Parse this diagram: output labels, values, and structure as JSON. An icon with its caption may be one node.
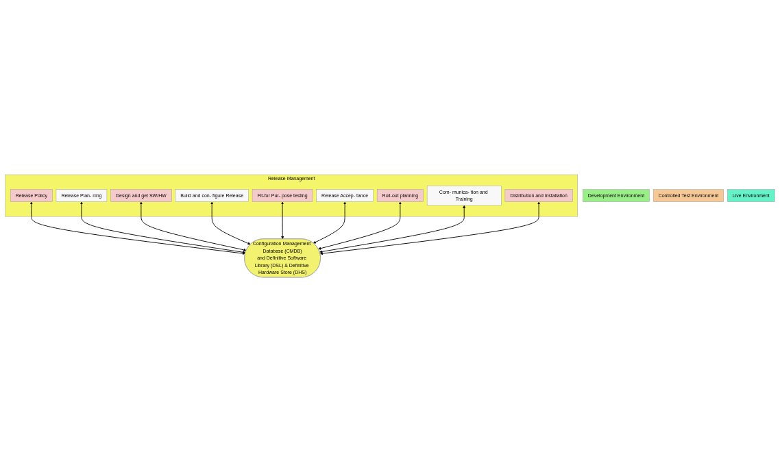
{
  "diagram": {
    "nodes": [
      {
        "text": [
          "Development Environment"
        ]
      },
      {
        "text": [
          "Controlled Test Environment"
        ]
      },
      {
        "text": [
          "Live Environment"
        ]
      },
      {
        "text": [
          "Release Management"
        ]
      },
      {
        "text": [
          "Release Policy"
        ],
        "in": 3
      },
      {
        "text": [
          "Release Plan- ning"
        ],
        "in": 3
      },
      {
        "text": [
          "Design and get SW/HW"
        ],
        "in": 3
      },
      {
        "text": [
          "Build and con- figure Release"
        ],
        "in": 3
      },
      {
        "text": [
          "Fit-for Pur- pose testing"
        ],
        "in": 3
      },
      {
        "text": [
          "Release Accep- tance"
        ],
        "in": 3
      },
      {
        "text": [
          "Roll-out planning"
        ],
        "in": 3
      },
      {
        "text": [
          "Com- munica- tion and Training"
        ],
        "in": 3
      },
      {
        "text": [
          "Distribution and installation"
        ],
        "in": 3
      },
      {
        "text": [
          "Configuration Management Database (CMDB)",
          "and Definitive Software Library (DSL) & Definitive Hardware Store (DHS)"
        ]
      }
    ],
    "edges": [
      {
        "from": 4,
        "to": 13,
        "arrow": "both"
      },
      {
        "from": 5,
        "to": 13,
        "arrow": "both"
      },
      {
        "from": 6,
        "to": 13,
        "arrow": "both"
      },
      {
        "from": 7,
        "to": 13,
        "arrow": "both"
      },
      {
        "from": 8,
        "to": 13,
        "arrow": "both"
      },
      {
        "from": 9,
        "to": 13,
        "arrow": "both"
      },
      {
        "from": 10,
        "to": 13,
        "arrow": "both"
      },
      {
        "from": 11,
        "to": 13,
        "arrow": "both"
      },
      {
        "from": 12,
        "to": 13,
        "arrow": "both"
      }
    ]
  }
}
